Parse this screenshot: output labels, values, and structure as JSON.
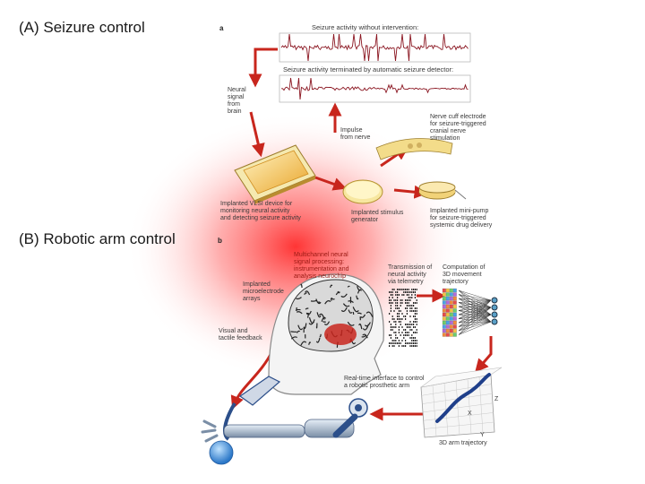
{
  "headings": {
    "a": "(A) Seizure control",
    "b": "(B) Robotic arm control"
  },
  "panel_letters": {
    "a": "a",
    "b": "b"
  },
  "seizure": {
    "trace1_title": "Seizure activity without intervention:",
    "trace2_title": "Seizure activity terminated by automatic seizure detector:",
    "neural_signal": [
      "Neural",
      "signal",
      "from",
      "brain"
    ],
    "impulse": [
      "Impulse",
      "from nerve"
    ],
    "nerve_cuff": [
      "Nerve cuff electrode",
      "for seizure-triggered",
      "cranial nerve",
      "stimulation"
    ],
    "vlsi": [
      "Implanted VLSI device for",
      "monitoring neural activity",
      "and detecting seizure activity"
    ],
    "stimulus": [
      "Implanted stimulus",
      "generator"
    ],
    "pump": [
      "Implanted mini-pump",
      "for seizure-triggered",
      "systemic drug delivery"
    ]
  },
  "robotic": {
    "multichannel": [
      "Multichannel neural",
      "signal processing:",
      "instrumentation and",
      "analysis neurochip"
    ],
    "transmission": [
      "Transmission of",
      "neural activity",
      "via telemetry"
    ],
    "computation": [
      "Computation of",
      "3D movement",
      "trajectory"
    ],
    "implanted_arrays": [
      "Implanted",
      "microelectrode",
      "arrays"
    ],
    "feedback": [
      "Visual and",
      "tactile feedback"
    ],
    "interface": [
      "Real-time interface to control",
      "a robotic prosthetic arm"
    ],
    "trajectory": "3D arm trajectory",
    "axis_x": "X",
    "axis_y": "Y",
    "axis_z": "Z"
  },
  "colors": {
    "arrow_red": "#c8261d",
    "glow_red": "#ff3030",
    "device_gold": "#f2b53a",
    "trace": "#8a1520",
    "arm_blue": "#2c4f8a",
    "ball_blue": "#3a8ad6"
  }
}
